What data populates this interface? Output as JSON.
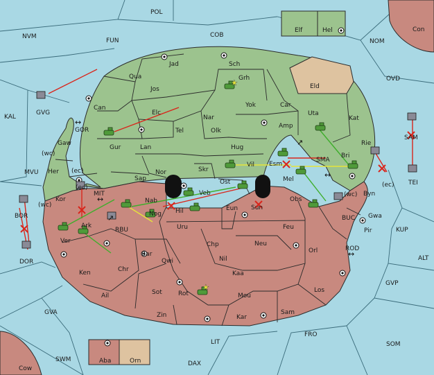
{
  "colors": {
    "sea": "#a9d8e4",
    "green_power": "#9cc38e",
    "red_power": "#c8897f",
    "neutral": "#dec3a0",
    "move_red": "#d9261c",
    "move_green": "#3fae2c",
    "move_yellow": "#e5e43a"
  },
  "sea_labels": [
    "POL",
    "NVM",
    "FUN",
    "COB",
    "NOM",
    "OVD",
    "KAL",
    "GVG",
    "GOR",
    "MVU",
    "MIT",
    "RBU",
    "BOR",
    "DOR",
    "SMA",
    "BUC",
    "KUP",
    "ROD",
    "ALT",
    "GVP",
    "GVA",
    "FRO",
    "SOM",
    "LIT",
    "SWM",
    "DAX",
    "TEI",
    "SAM"
  ],
  "green_labels": [
    "Jad",
    "Sch",
    "Grh",
    "Qua",
    "Jos",
    "Can",
    "Yok",
    "Car",
    "Elc",
    "Nar",
    "Tel",
    "Amp",
    "Uta",
    "Kat",
    "Gur",
    "Olk",
    "Lan",
    "Hug",
    "Rie",
    "Bri",
    "Gaw",
    "Her",
    "Kor",
    "Nor",
    "Sap",
    "Skr",
    "Vil",
    "Esm",
    "Veb",
    "Ost"
  ],
  "red_labels": [
    "Nab",
    "Nog",
    "Hil",
    "Eun",
    "Sun",
    "Mel",
    "Obs",
    "Byn",
    "Gwa",
    "Pir",
    "Ark",
    "Ver",
    "Uru",
    "Feu",
    "Chp",
    "Neu",
    "Orl",
    "Bar",
    "Qwi",
    "Nil",
    "Ken",
    "Chr",
    "Kaa",
    "Ail",
    "Sot",
    "Rot",
    "Mou",
    "Los",
    "Zin",
    "Kar",
    "Sam",
    "Cow",
    "Aba"
  ],
  "neutral_labels": [
    "Eld",
    "Orn"
  ],
  "inset_labels": [
    "Elf",
    "Hel",
    "Con"
  ],
  "coast_labels": [
    "(wc)",
    "(ec)",
    "(wc)",
    "(ec)",
    "(wc)",
    "(ec)"
  ]
}
